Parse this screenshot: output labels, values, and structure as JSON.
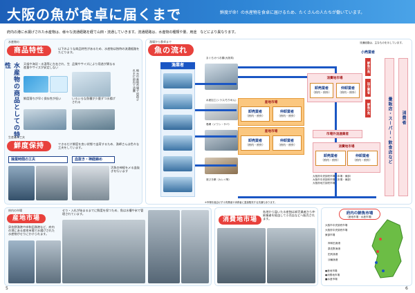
{
  "header": {
    "title": "大阪の魚が食卓に届くまで",
    "subtitle": "鮮度が命！の水産物を食卓に届けるため、たくさんの人たちが働いています。"
  },
  "intro": "府内の港に水揚げされた水産物は、様々な流通経路を経て山田・流通していきます。流通経路は、水産物の種類や量、用途　などにより異なります。",
  "left_panel": {
    "caption1": "水産物の",
    "pill1": "商品特性",
    "text1": "以下のような商品特性があるため、水産物は独特の流通経路をたどります。",
    "vertical_title": "水産物の商品としての特性",
    "bullets": [
      "天候や海況・水温等に左右され、生産量やサイズが安定しない",
      "品質やサイズにより用途が異なる",
      "鮮度落ちが早く保存性が低い",
      "いろいろな魚種が少量ずつ水揚げされる"
    ],
    "caption2": "生産者の工夫",
    "pill2": "鮮度保持",
    "text2": "できるだけ鮮度を良い状態で出荷するため、漁師さんは色々な工夫をしています。",
    "tag_catch": "操業時間の工夫",
    "tag_ice": "血抜き・神経締め",
    "photo_caption1": "出漁時には鮮度維持のための氷を",
    "photo_caption2": "活魚の神経を〆る血抜きを行います"
  },
  "flow_panel": {
    "caption": "漁場から食卓まで",
    "pill": "魚の流れ",
    "note": "流通経路は、主なものを示しています。",
    "fisher_label": "漁業者",
    "retailer_label": "小売業者",
    "consumer_label": "消費者",
    "rows": [
      "まぐろ/かつお類(大阪湾)",
      "水産加工(シラス/ちりめん)",
      "巻網（イワシ・サバ）",
      "底びき網（カレイ等）",
      "定置網",
      "刺網・釣り"
    ],
    "boxes": {
      "consumer_market": "消費地市場",
      "production_market": "産地市場",
      "production_market2": "産地市場",
      "outside_market": "市場外流通業者",
      "consumer_market2": "消費地市場",
      "wholesaler": "卸売業者",
      "middleman": "仲卸業者",
      "wholesaler_sub": "（府内・府外）",
      "middleman_sub": "（府内・府外）"
    },
    "retail_tags": [
      "鮮魚小売",
      "加工業者",
      "鮮魚小売"
    ],
    "super_label": "量販店・スーパー・飲食店など",
    "wholesale_notes": [
      "大阪府中央卸売市場（本場・東部）",
      "大阪市中央卸売市場（本場・東部）",
      "大阪府地方卸売市場"
    ],
    "footnote": "※市場を経由せず小売業者や消費者に直接販売する流通もあります。"
  },
  "bottom": {
    "caption1": "府内の市場",
    "pill3": "産地市場",
    "text3": "泉佐野漁港や岸和田漁港など、府内の港にある産地市場で水揚げされた水産物がせりにかけられます。",
    "text4": "せり・入札が始まるまでに鮮度を保つため、魚は水槽や氷で管理されています。",
    "pill4": "消費地市場",
    "text5": "各地から届いた水産物は卸売業者から仲卸業者を経由して小売店などへ販売されます。",
    "map_title_1": "府内の鮮魚市場",
    "map_title_2": "（産地市場・水産市場）",
    "map_labels": [
      "大阪市中央卸売市場",
      "大阪府中央卸売市場",
      "東部市場",
      "岸和田漁港",
      "泉佐野漁港",
      "田尻漁港",
      "淡輪漁港"
    ],
    "legend": [
      "●産地市場",
      "●消費地市場",
      "■水産市場"
    ]
  },
  "page_left": "5",
  "page_right": "6",
  "colors": {
    "header_blue": "#1d5fb8",
    "pill_red": "#e8413c",
    "arrow_blue": "#1a56c4",
    "orange_box": "#fbc77f",
    "pink_box": "#fbe3e5"
  }
}
